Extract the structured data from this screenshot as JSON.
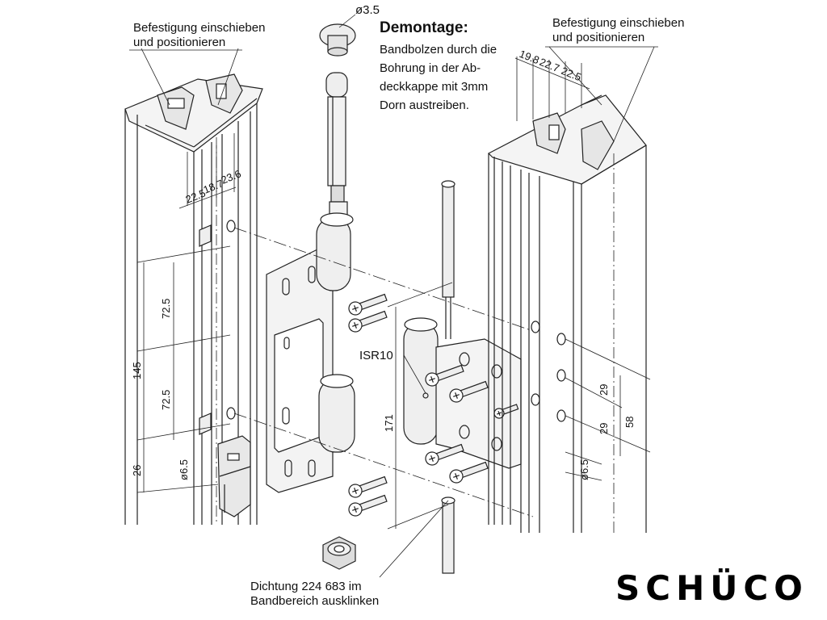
{
  "labels": {
    "insert_left": "Befestigung einschieben\nund positionieren",
    "insert_right": "Befestigung einschieben\nund positionieren",
    "pin_diameter": "ø3.5",
    "demontage_title": "Demontage:",
    "demontage_text": "Bandbolzen durch die\nBohrung in der Ab-\ndeckkappe mit 3mm\nDorn austreiben.",
    "isr": "ISR10",
    "seal_note": "Dichtung 224 683 im\nBandbereich ausklinken",
    "brand": "SCHÜCO"
  },
  "dimensions": {
    "left_top": [
      "22.5",
      "18.7",
      "23.6"
    ],
    "right_top": [
      "19.8",
      "22.7",
      "22.5"
    ],
    "left_v1": "72.5",
    "left_v2": "72.5",
    "left_total": "145",
    "left_bottom": "26",
    "left_hole": "ø6.5",
    "mid_171": "171",
    "right_29a": "29",
    "right_29b": "29",
    "right_58": "58",
    "right_hole": "ø6.5"
  }
}
